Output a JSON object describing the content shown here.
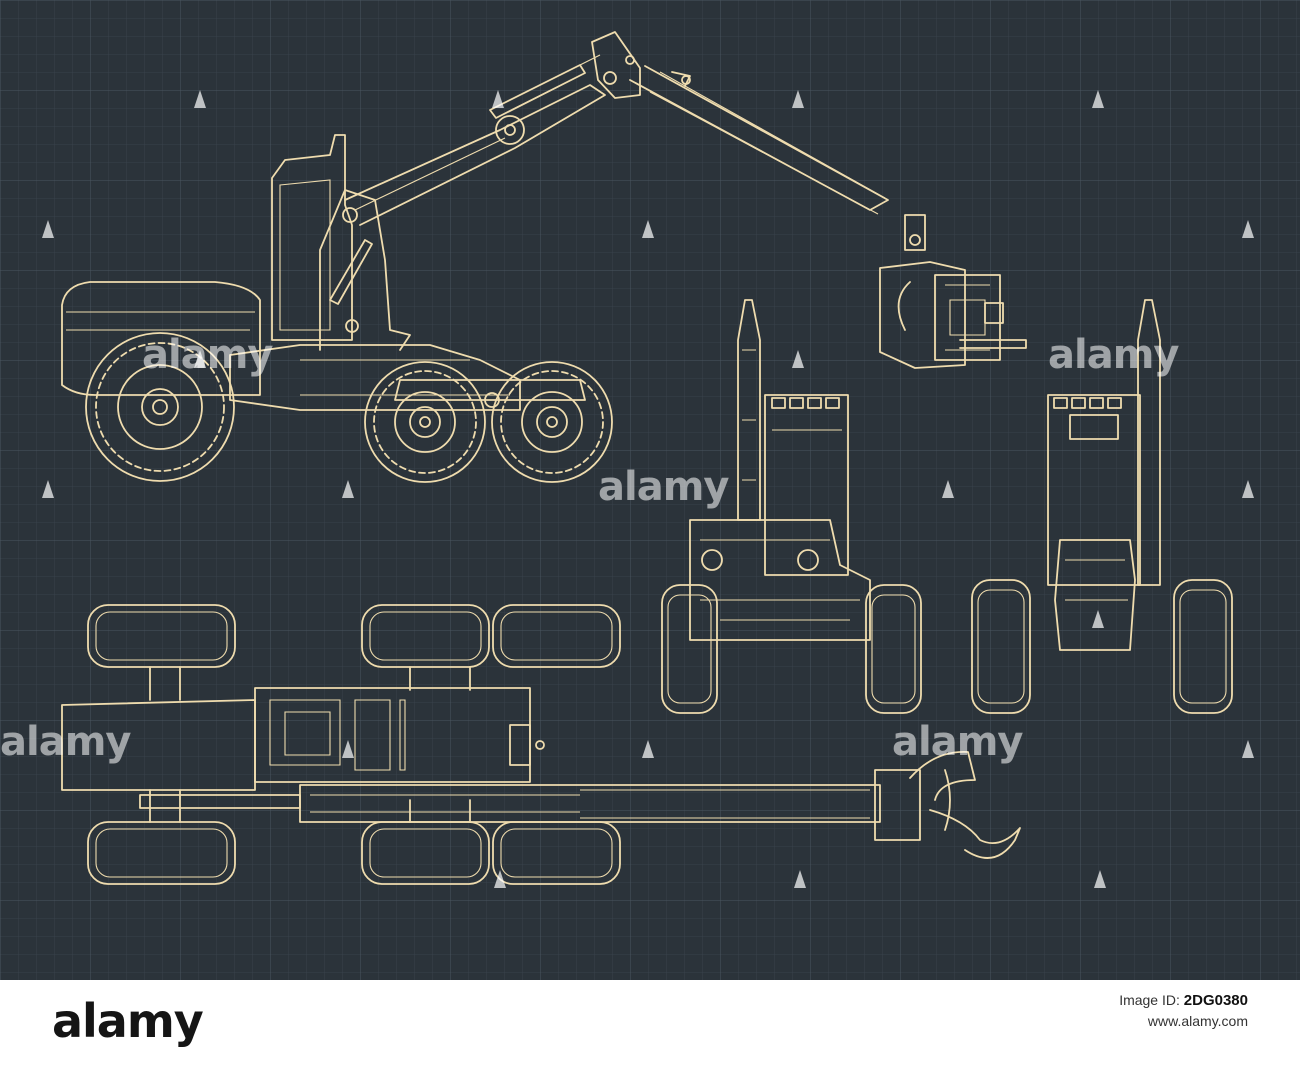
{
  "image": {
    "background_color": "#2b333a",
    "grid_color": "#3a464f",
    "line_color": "#efdcae",
    "subject": "forest-harvester-blueprint"
  },
  "watermark": {
    "text": "alamy"
  },
  "footer": {
    "logo_text": "alamy",
    "image_id_label": "Image ID:",
    "image_id": "2DG0380",
    "site_url": "www.alamy.com"
  }
}
